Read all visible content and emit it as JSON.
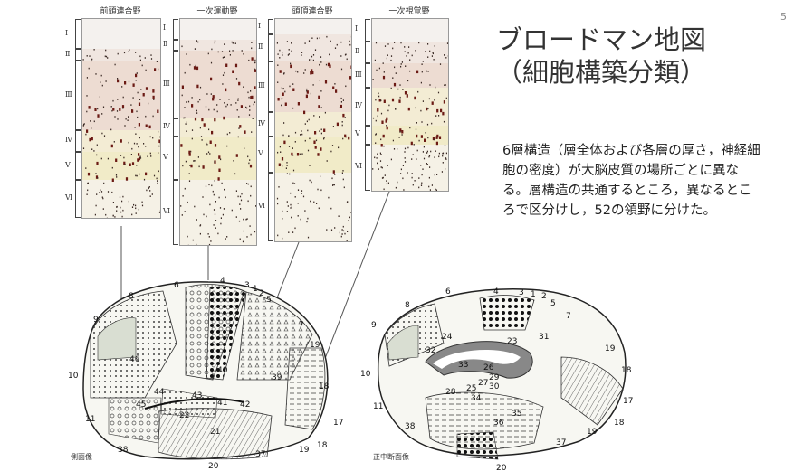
{
  "page_number": "5",
  "title_line1": "ブロードマン地図",
  "title_line2": "（細胞構築分類）",
  "description": "6層構造（層全体および各層の厚さ，神経細胞の密度）が大脳皮質の場所ごとに異なる。層構造の共通するところ，異なるところで区分けし，52の領野に分けた。",
  "columns": [
    {
      "label": "前頭連合野",
      "layers": [
        "Ⅰ",
        "Ⅱ",
        "Ⅲ",
        "Ⅳ",
        "Ⅴ",
        "Ⅵ"
      ]
    },
    {
      "label": "一次運動野",
      "layers": [
        "Ⅰ",
        "Ⅱ",
        "Ⅲ",
        "Ⅳ",
        "Ⅴ",
        "Ⅵ"
      ]
    },
    {
      "label": "頭頂連合野",
      "layers": [
        "Ⅰ",
        "Ⅱ",
        "Ⅲ",
        "Ⅳ",
        "Ⅴ",
        "Ⅵ"
      ]
    },
    {
      "label": "一次視覚野",
      "layers": [
        "Ⅰ",
        "Ⅱ",
        "Ⅲ",
        "Ⅳ",
        "Ⅴ",
        "Ⅵ"
      ]
    }
  ],
  "lateral_caption": "側面像",
  "medial_caption": "正中断面像",
  "lateral_area_numbers": [
    "4",
    "3",
    "1",
    "2",
    "5",
    "6",
    "8",
    "9",
    "7",
    "19",
    "18",
    "17",
    "10",
    "11",
    "46",
    "40",
    "44",
    "45",
    "43",
    "41",
    "42",
    "22",
    "21",
    "20",
    "37",
    "38",
    "39"
  ],
  "medial_area_numbers": [
    "4",
    "3",
    "1",
    "2",
    "5",
    "6",
    "8",
    "7",
    "9",
    "10",
    "11",
    "19",
    "18",
    "17",
    "33",
    "26",
    "29",
    "30",
    "25",
    "27",
    "34",
    "28",
    "38",
    "36",
    "35",
    "37",
    "20",
    "23",
    "24",
    "31",
    "32"
  ]
}
